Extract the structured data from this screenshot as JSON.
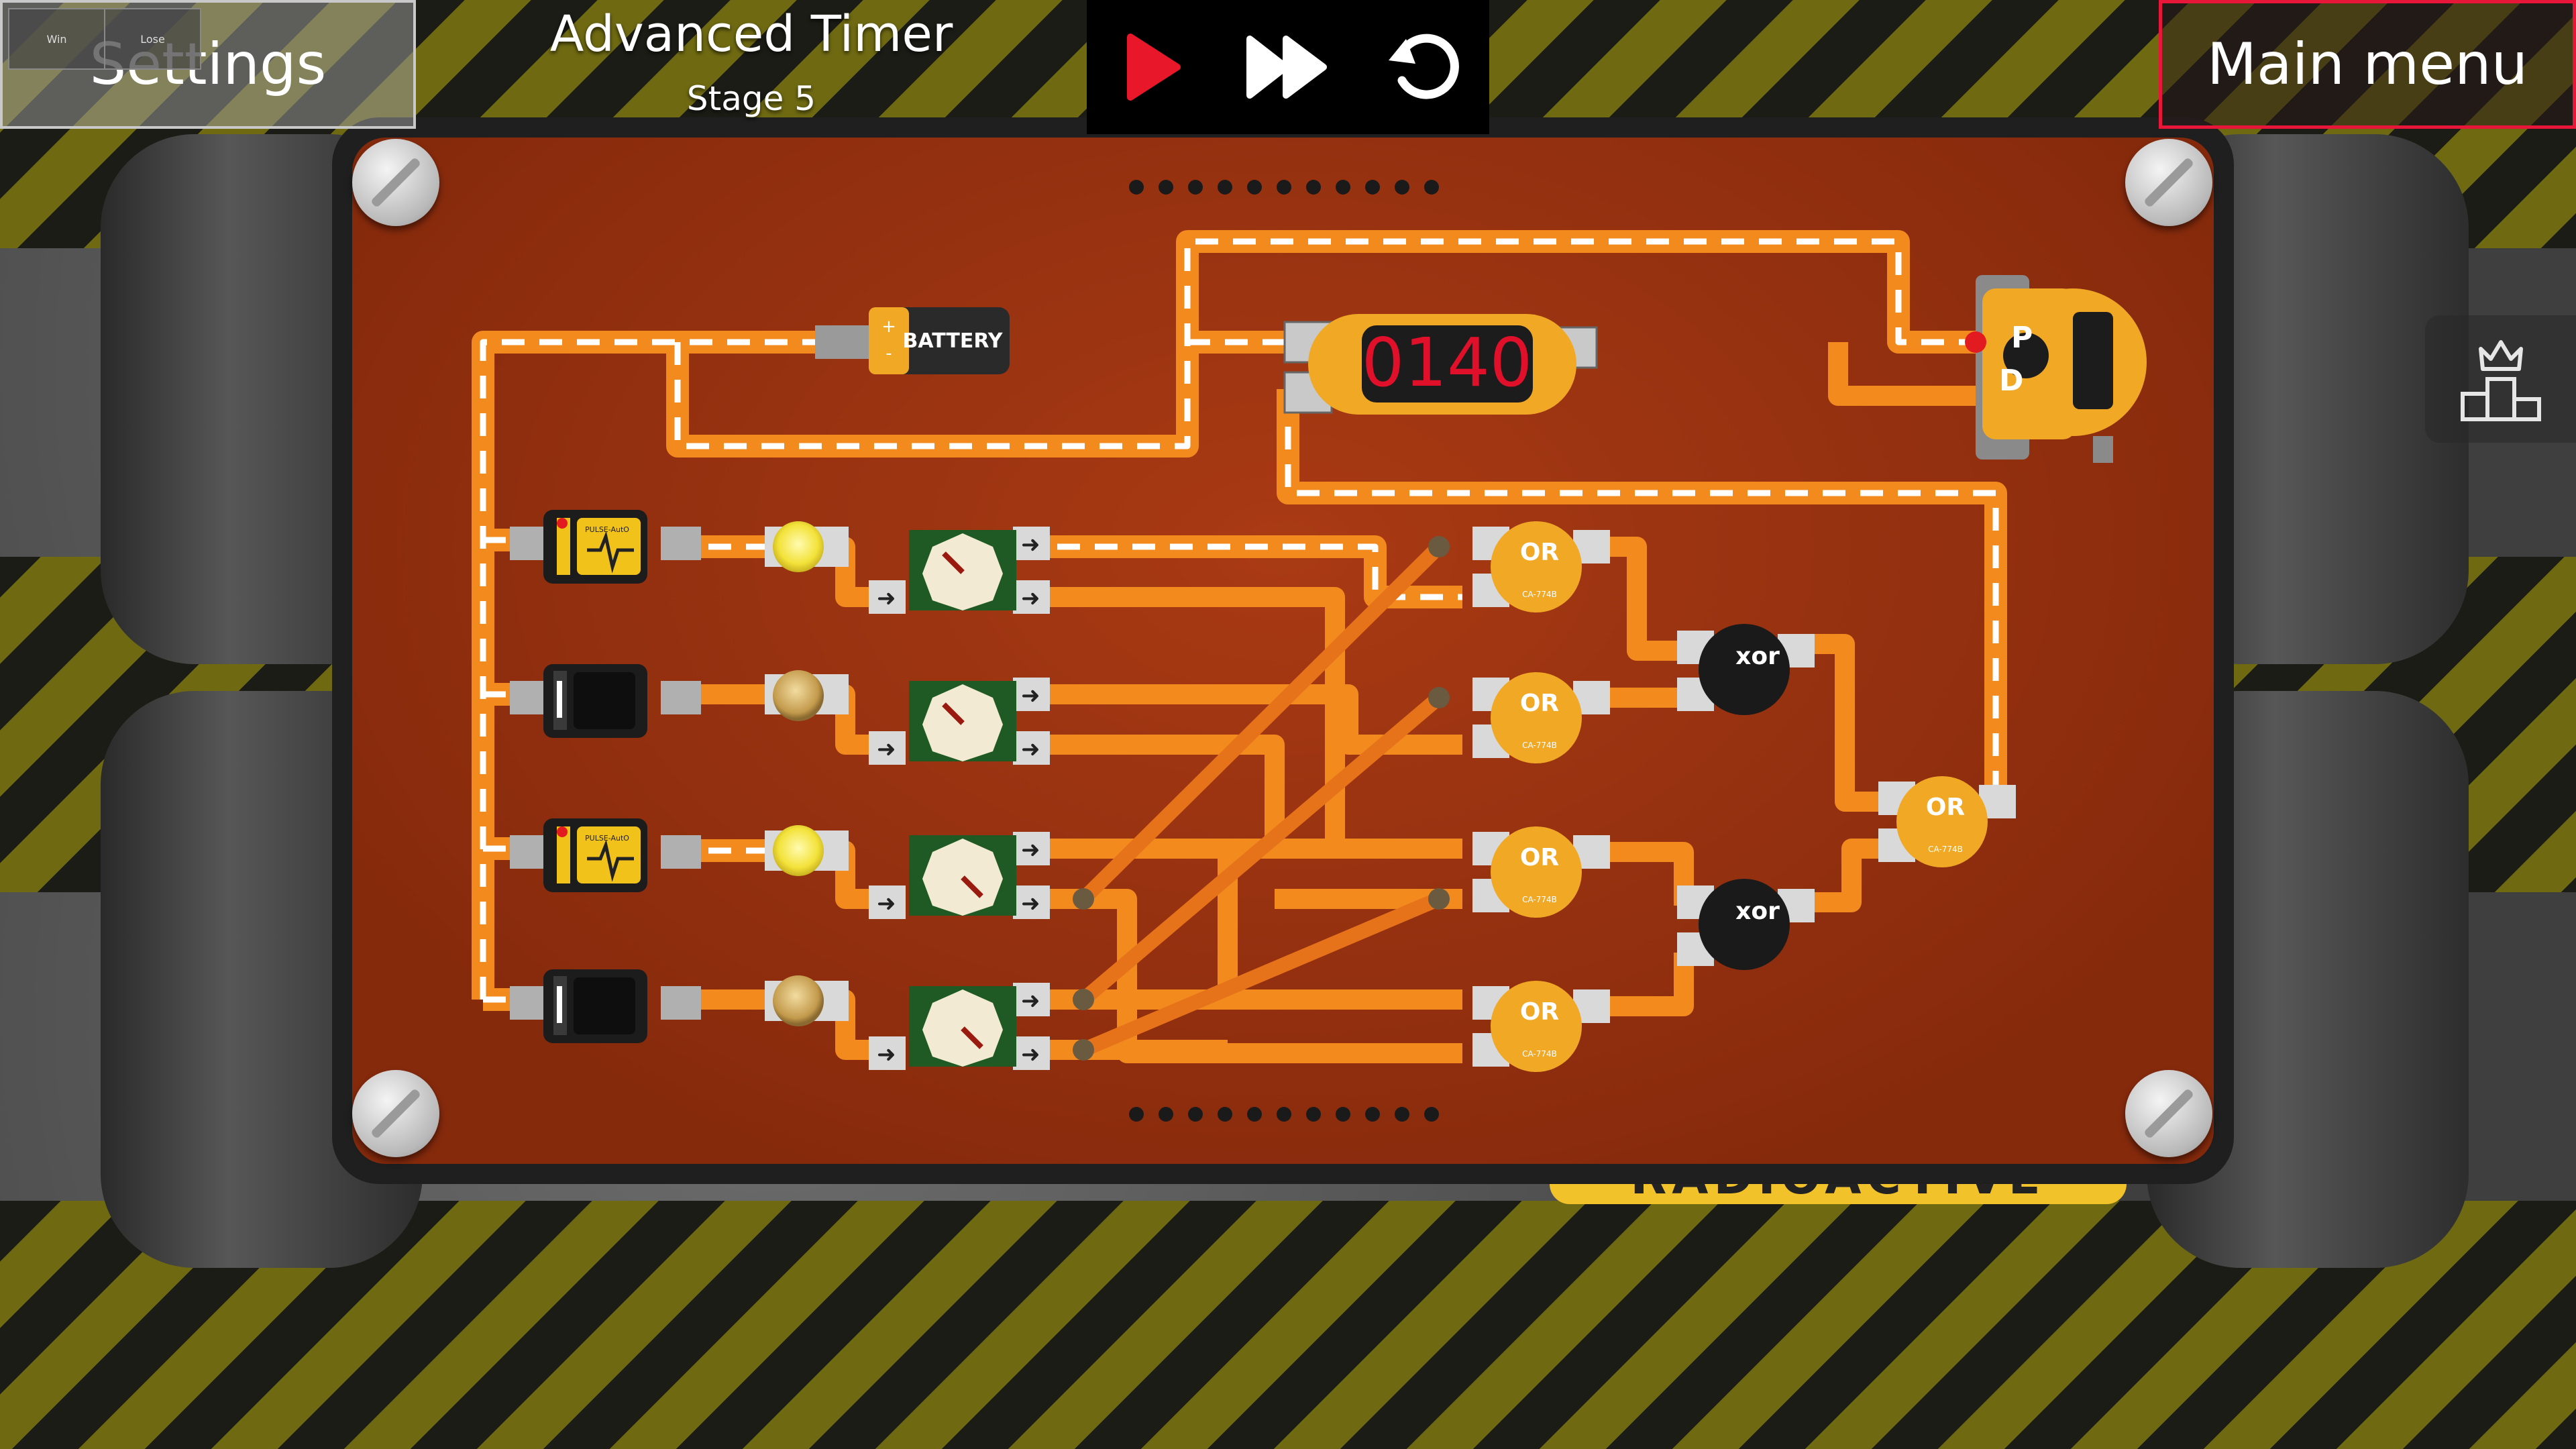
{
  "header": {
    "settings_label": "Settings",
    "debug_tabs": [
      "Win",
      "Lose"
    ],
    "level_title": "Advanced Timer",
    "level_stage": "Stage 5",
    "main_menu_label": "Main menu"
  },
  "controls": [
    {
      "icon": "play-icon",
      "color": "#e8172a"
    },
    {
      "icon": "fast-forward-icon",
      "color": "#ffffff"
    },
    {
      "icon": "restart-icon",
      "color": "#ffffff"
    }
  ],
  "side": {
    "icon": "leaderboard-icon"
  },
  "circuit": {
    "battery_label": "BATTERY",
    "battery_signs": [
      "+",
      "-"
    ],
    "timer_display": "0140",
    "bomb_labels": [
      "P",
      "D"
    ],
    "pulse_module_label": "PULSE-AutO",
    "or_label": "OR",
    "or_part_no": "CA-774B",
    "xor_label": "xor",
    "strip_text": "RADIOACTIVE"
  },
  "colors": {
    "board": "#962f0f",
    "wire": "#f28a1e",
    "dash": "#ffffff",
    "gate": "#f1a825",
    "xor_gate": "#1a1a1a",
    "timer_bg": "#f1a825",
    "timer_digits": "#e0102a",
    "accent_red": "#e8173a"
  }
}
